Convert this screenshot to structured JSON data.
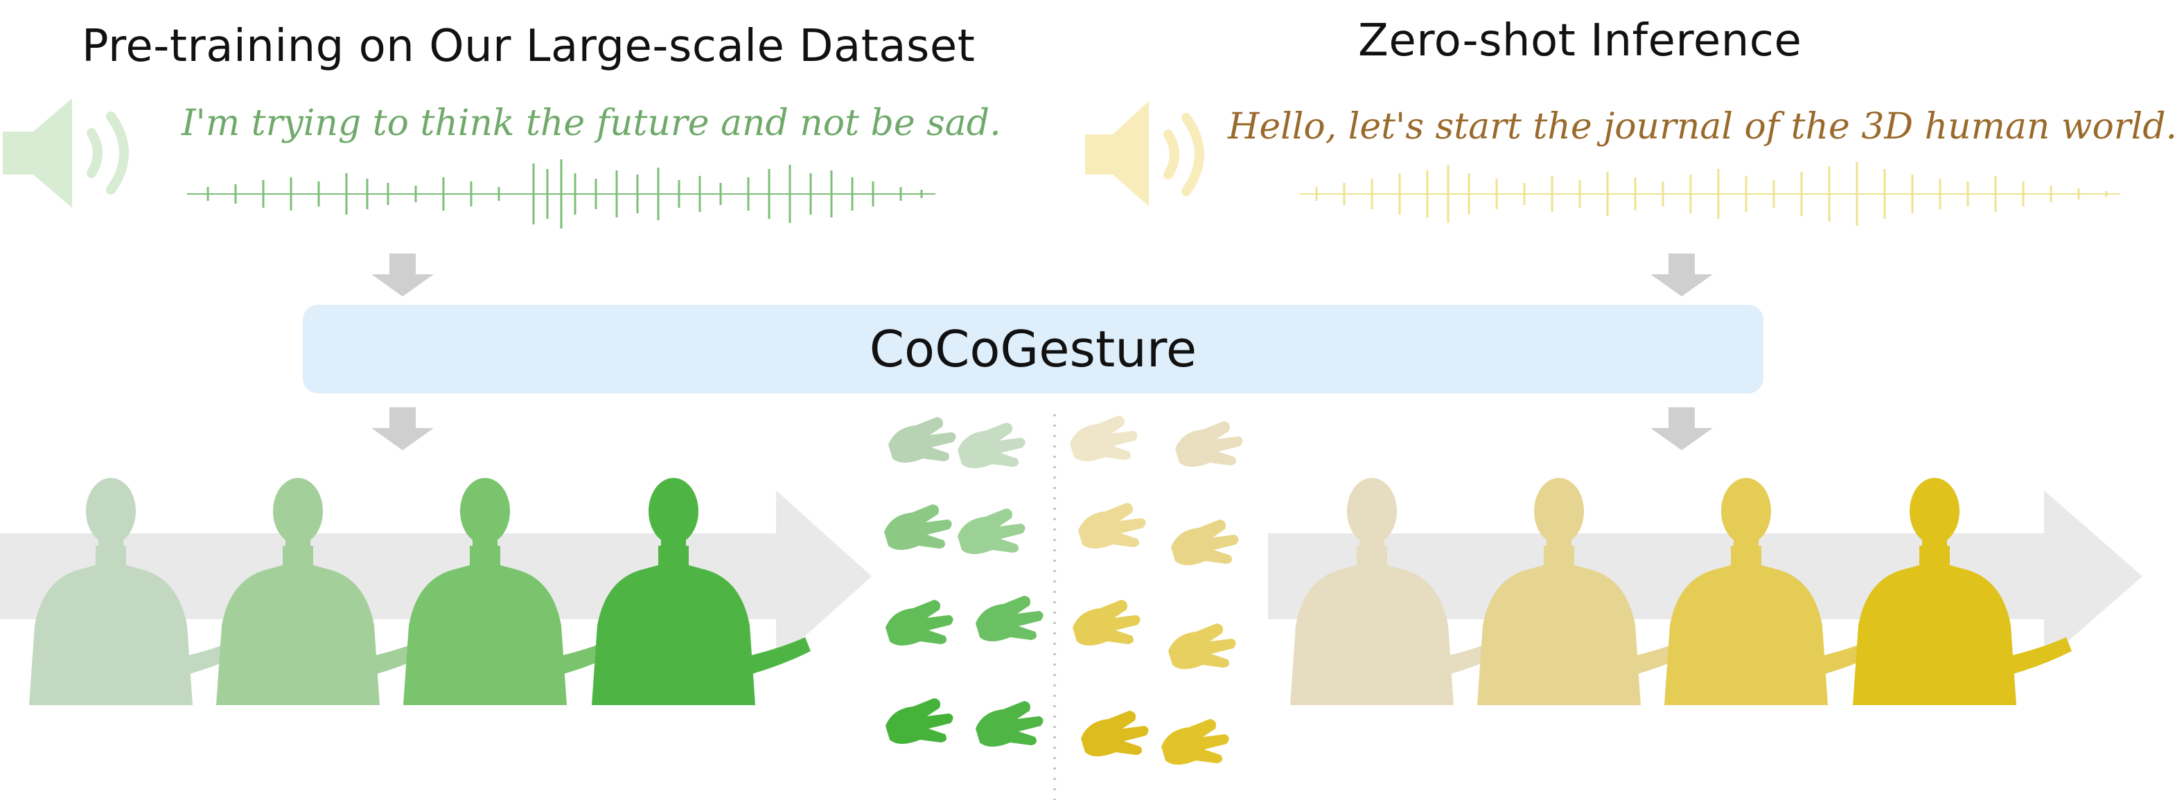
{
  "left": {
    "title": "Pre-training on Our Large-scale Dataset",
    "quote": "I'm trying to think the future and not be sad.",
    "color": "#6faa6a"
  },
  "right": {
    "title": "Zero-shot Inference",
    "quote": "Hello, let's start the journal of the 3D human world.",
    "color": "#9a6a2c"
  },
  "model": {
    "label": "CoCoGesture"
  },
  "colors": {
    "box": "#dfeefb",
    "arrow": "#cfcfcf",
    "band": "#e9e9e9",
    "green_shades": [
      "#c2d8c0",
      "#a3cf9b",
      "#7ac46d",
      "#4eb544"
    ],
    "yellow_shades": [
      "#e6dcc0",
      "#e6d491",
      "#e4cc55",
      "#dfc21c"
    ]
  }
}
